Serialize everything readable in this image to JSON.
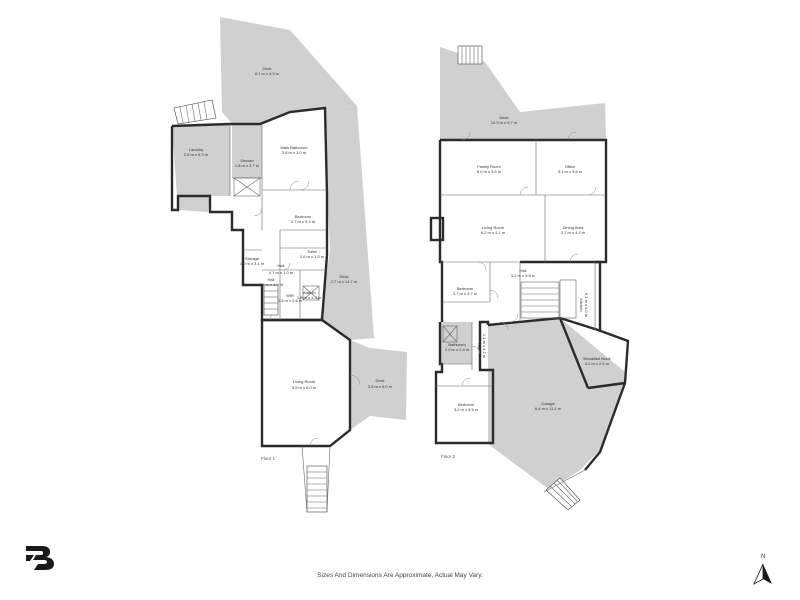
{
  "floor1": {
    "label": "Floor 1",
    "rooms": [
      {
        "id": "deck-top",
        "name": "Deck",
        "dims": "8.1 m x 4.9 m"
      },
      {
        "id": "laundry",
        "name": "Laundry",
        "dims": "2.6 m x 5.3 m"
      },
      {
        "id": "shower",
        "name": "Shower",
        "dims": "1.8 m x 3.7 m"
      },
      {
        "id": "main-bathroom",
        "name": "Main Bathroom",
        "dims": "3.8 m x 3.0 m"
      },
      {
        "id": "bedroom",
        "name": "Bedroom",
        "dims": "2.7 m x 3.3 m"
      },
      {
        "id": "toilet",
        "name": "Toilet",
        "dims": "1.6 m x 1.0 m"
      },
      {
        "id": "storage",
        "name": "Storage",
        "dims": "1.0 m x 3.1 m"
      },
      {
        "id": "hall",
        "name": "Hall",
        "dims": "4.7 m x 1.0 m"
      },
      {
        "id": "wir",
        "name": "WIR",
        "dims": "1.5 m x 2.6 m"
      },
      {
        "id": "walk-in-closet",
        "name": "Walk In",
        "dims": "1.8 m x 1.3 m"
      },
      {
        "id": "hall-2",
        "name": "Hall",
        "dims": "2.8 m x 1.0 m"
      },
      {
        "id": "deck-side",
        "name": "Deck",
        "dims": "2.7 m x 14.7 m"
      },
      {
        "id": "living-room",
        "name": "Living Room",
        "dims": "5.5 m x 6.0 m"
      },
      {
        "id": "deck-lower",
        "name": "Deck",
        "dims": "3.5 m x 5.0 m"
      }
    ]
  },
  "floor2": {
    "label": "Floor 2",
    "rooms": [
      {
        "id": "deck",
        "name": "Deck",
        "dims": "10.3 m x 5.7 m"
      },
      {
        "id": "family-room",
        "name": "Family Room",
        "dims": "6.0 m x 3.5 m"
      },
      {
        "id": "office",
        "name": "Office",
        "dims": "4.1 m x 3.6 m"
      },
      {
        "id": "living-room",
        "name": "Living Room",
        "dims": "6.2 m x 4.1 m"
      },
      {
        "id": "dining-area",
        "name": "Dining Area",
        "dims": "3.7 m x 4.4 m"
      },
      {
        "id": "bedroom-1",
        "name": "Bedroom",
        "dims": "3.7 m x 3.7 m"
      },
      {
        "id": "hall",
        "name": "Hall",
        "dims": "3.2 m x 3.8 m"
      },
      {
        "id": "kitchen",
        "name": "Kitchen",
        "dims": "6.1 m x 4.0 m"
      },
      {
        "id": "bathroom",
        "name": "Bathroom",
        "dims": "2.0 m x 2.4 m"
      },
      {
        "id": "hall-2",
        "name": "Hall",
        "dims": "1.1 m x 4.2 m"
      },
      {
        "id": "breakfast-nook",
        "name": "Breakfast Nook",
        "dims": "4.2 m x 2.5 m"
      },
      {
        "id": "bedroom-2",
        "name": "Bedroom",
        "dims": "3.2 m x 4.5 m"
      },
      {
        "id": "garage",
        "name": "Garage",
        "dims": "8.4 m x 11.1 m"
      }
    ]
  },
  "footer": {
    "disclaimer": "Sizes And Dimensions Are Approximate, Actual May Vary.",
    "north_label": "N"
  },
  "colors": {
    "wall": "#2b2b2b",
    "deck": "#d0d0d0",
    "background": "#ffffff"
  }
}
